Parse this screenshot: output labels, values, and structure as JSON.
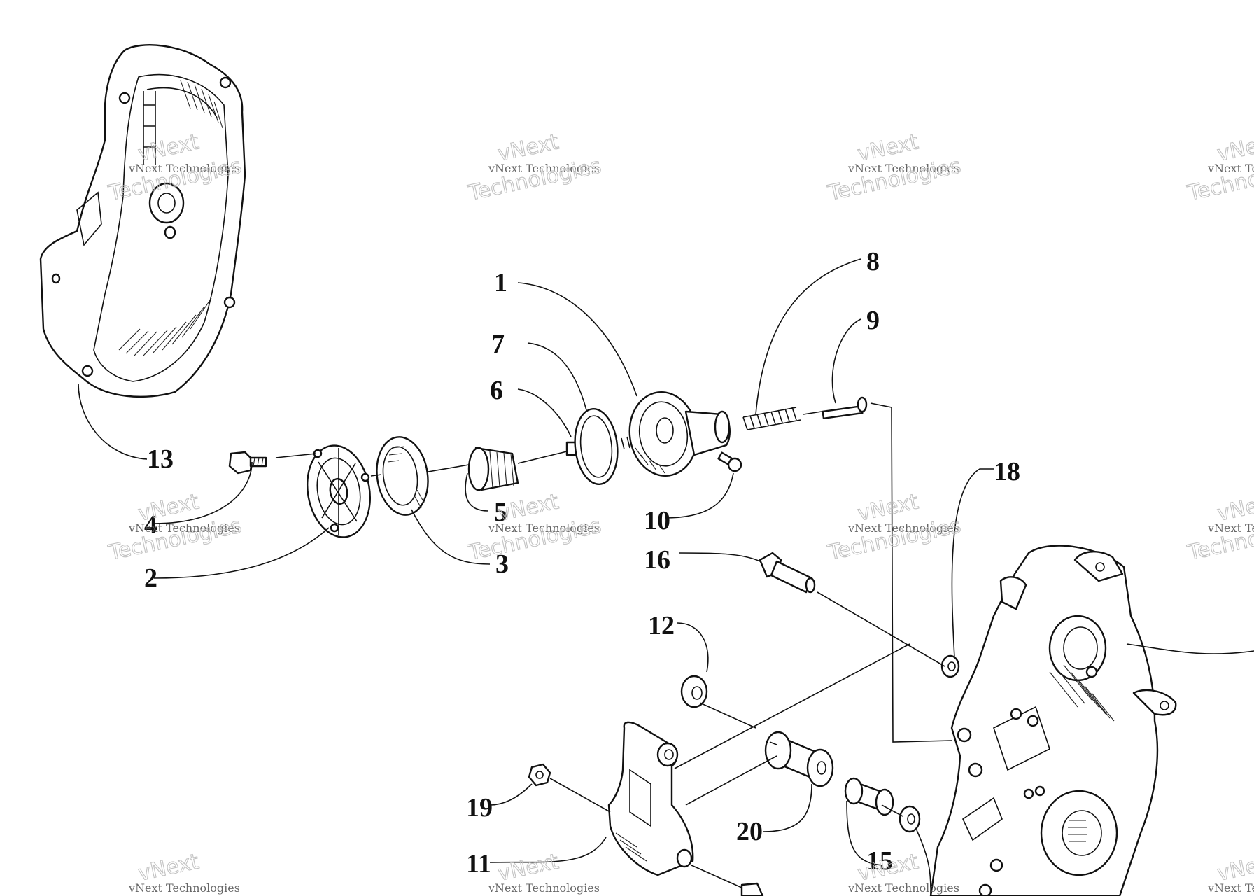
{
  "diagram": {
    "callouts": [
      "1",
      "2",
      "3",
      "4",
      "5",
      "6",
      "7",
      "8",
      "9",
      "10",
      "11",
      "12",
      "13",
      "15",
      "16",
      "18",
      "19",
      "20"
    ],
    "watermark": {
      "line1": "vNext Technologies",
      "line2": "vNext",
      "line3": "Technologies"
    }
  }
}
